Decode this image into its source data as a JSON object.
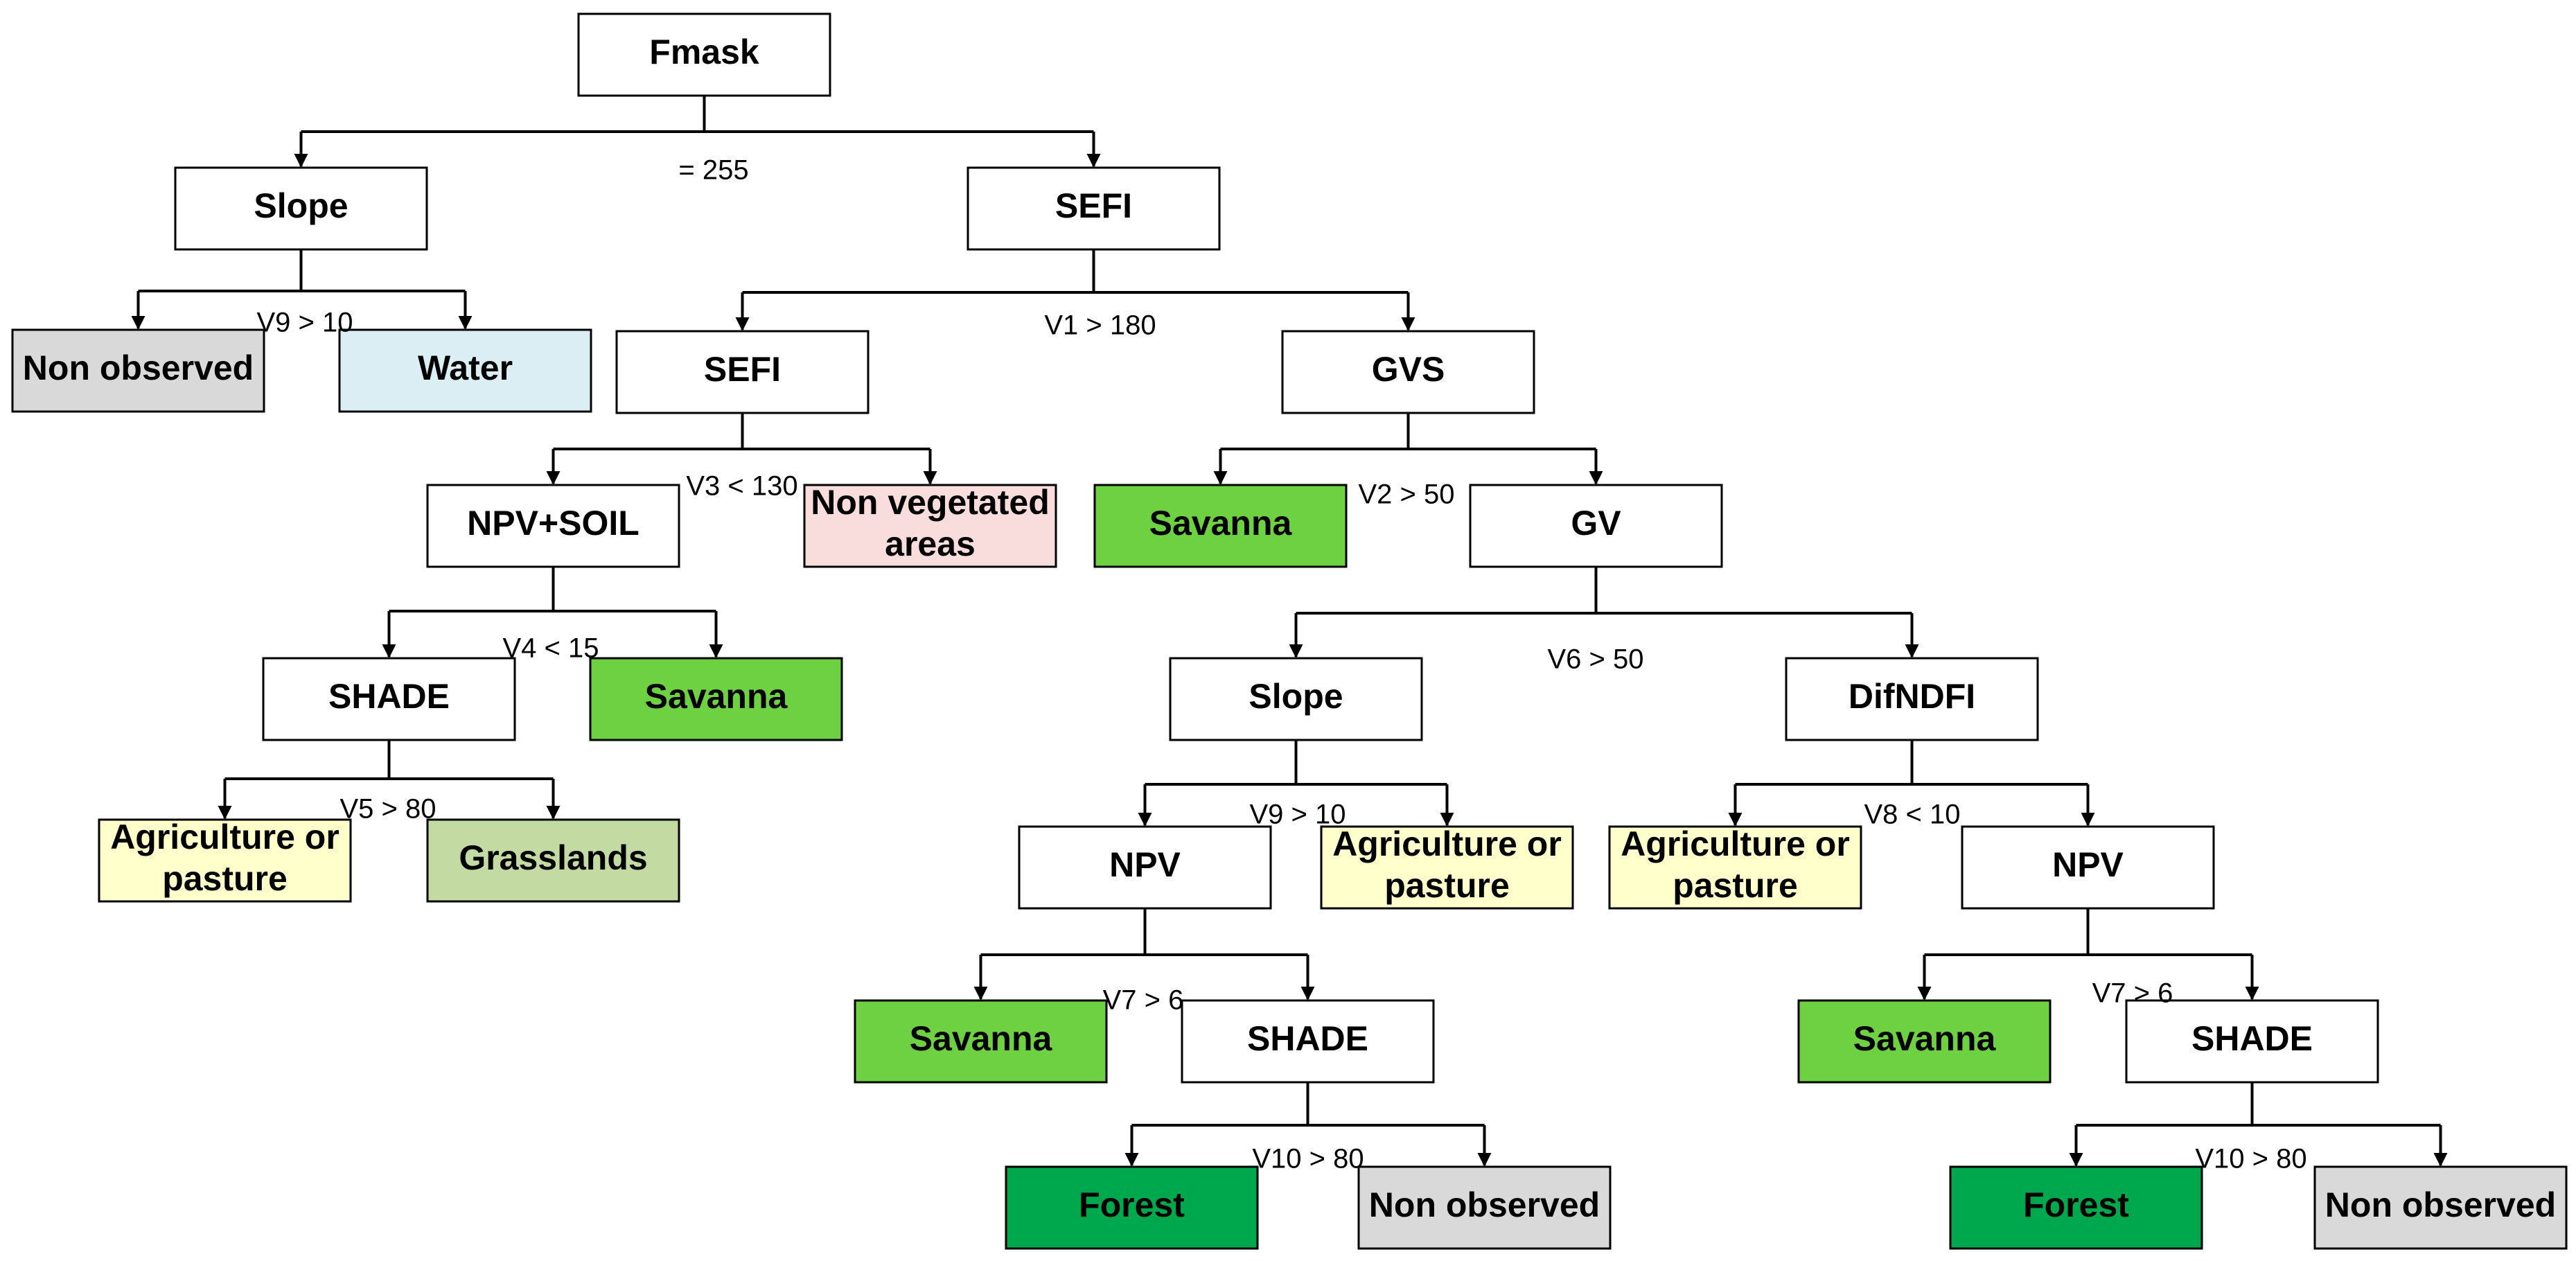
{
  "colors": {
    "decision": "#ffffff",
    "non_observed": "#d9d9d9",
    "water": "#dbeef4",
    "non_vegetated": "#f9dcdc",
    "savanna": "#6dd142",
    "agriculture": "#ffffcc",
    "grasslands": "#c3dba3",
    "forest": "#00a84d"
  },
  "nodes": [
    {
      "id": "fmask",
      "lines": [
        "Fmask"
      ],
      "kind": "decision"
    },
    {
      "id": "slope1",
      "lines": [
        "Slope"
      ],
      "kind": "decision"
    },
    {
      "id": "sefi1",
      "lines": [
        "SEFI"
      ],
      "kind": "decision"
    },
    {
      "id": "nonobs1",
      "lines": [
        "Non observed"
      ],
      "kind": "non_observed"
    },
    {
      "id": "water",
      "lines": [
        "Water"
      ],
      "kind": "water"
    },
    {
      "id": "sefi2",
      "lines": [
        "SEFI"
      ],
      "kind": "decision"
    },
    {
      "id": "gvs",
      "lines": [
        "GVS"
      ],
      "kind": "decision"
    },
    {
      "id": "npvsoil",
      "lines": [
        "NPV+SOIL"
      ],
      "kind": "decision"
    },
    {
      "id": "nonveg",
      "lines": [
        "Non vegetated",
        "areas"
      ],
      "kind": "non_vegetated"
    },
    {
      "id": "savanna1",
      "lines": [
        "Savanna"
      ],
      "kind": "savanna"
    },
    {
      "id": "gv",
      "lines": [
        "GV"
      ],
      "kind": "decision"
    },
    {
      "id": "shade1",
      "lines": [
        "SHADE"
      ],
      "kind": "decision"
    },
    {
      "id": "savanna2",
      "lines": [
        "Savanna"
      ],
      "kind": "savanna"
    },
    {
      "id": "agri1",
      "lines": [
        "Agriculture or",
        "pasture"
      ],
      "kind": "agriculture"
    },
    {
      "id": "grass",
      "lines": [
        "Grasslands"
      ],
      "kind": "grasslands"
    },
    {
      "id": "slope2",
      "lines": [
        "Slope"
      ],
      "kind": "decision"
    },
    {
      "id": "difndfi",
      "lines": [
        "DifNDFI"
      ],
      "kind": "decision"
    },
    {
      "id": "npv1",
      "lines": [
        "NPV"
      ],
      "kind": "decision"
    },
    {
      "id": "agri2",
      "lines": [
        "Agriculture or",
        "pasture"
      ],
      "kind": "agriculture"
    },
    {
      "id": "agri3",
      "lines": [
        "Agriculture or",
        "pasture"
      ],
      "kind": "agriculture"
    },
    {
      "id": "npv2",
      "lines": [
        "NPV"
      ],
      "kind": "decision"
    },
    {
      "id": "savanna3",
      "lines": [
        "Savanna"
      ],
      "kind": "savanna"
    },
    {
      "id": "shade2",
      "lines": [
        "SHADE"
      ],
      "kind": "decision"
    },
    {
      "id": "savanna4",
      "lines": [
        "Savanna"
      ],
      "kind": "savanna"
    },
    {
      "id": "shade3",
      "lines": [
        "SHADE"
      ],
      "kind": "decision"
    },
    {
      "id": "forest1",
      "lines": [
        "Forest"
      ],
      "kind": "forest"
    },
    {
      "id": "nonobs2",
      "lines": [
        "Non observed"
      ],
      "kind": "non_observed"
    },
    {
      "id": "forest2",
      "lines": [
        "Forest"
      ],
      "kind": "forest"
    },
    {
      "id": "nonobs3",
      "lines": [
        "Non observed"
      ],
      "kind": "non_observed"
    }
  ],
  "splits": [
    {
      "parent": "fmask",
      "children": [
        "slope1",
        "sefi1"
      ],
      "condition": "= 255"
    },
    {
      "parent": "slope1",
      "children": [
        "nonobs1",
        "water"
      ],
      "condition": "V9 > 10"
    },
    {
      "parent": "sefi1",
      "children": [
        "sefi2",
        "gvs"
      ],
      "condition": "V1 > 180"
    },
    {
      "parent": "sefi2",
      "children": [
        "npvsoil",
        "nonveg"
      ],
      "condition": "V3 < 130"
    },
    {
      "parent": "gvs",
      "children": [
        "savanna1",
        "gv"
      ],
      "condition": "V2 > 50"
    },
    {
      "parent": "npvsoil",
      "children": [
        "shade1",
        "savanna2"
      ],
      "condition": "V4 < 15"
    },
    {
      "parent": "shade1",
      "children": [
        "agri1",
        "grass"
      ],
      "condition": "V5 > 80"
    },
    {
      "parent": "gv",
      "children": [
        "slope2",
        "difndfi"
      ],
      "condition": "V6 > 50"
    },
    {
      "parent": "slope2",
      "children": [
        "npv1",
        "agri2"
      ],
      "condition": "V9 > 10"
    },
    {
      "parent": "difndfi",
      "children": [
        "agri3",
        "npv2"
      ],
      "condition": "V8 < 10"
    },
    {
      "parent": "npv1",
      "children": [
        "savanna3",
        "shade2"
      ],
      "condition": "V7 > 6"
    },
    {
      "parent": "npv2",
      "children": [
        "savanna4",
        "shade3"
      ],
      "condition": "V7 > 6"
    },
    {
      "parent": "shade2",
      "children": [
        "forest1",
        "nonobs2"
      ],
      "condition": "V10 > 80"
    },
    {
      "parent": "shade3",
      "children": [
        "forest2",
        "nonobs3"
      ],
      "condition": "V10 > 80"
    }
  ]
}
